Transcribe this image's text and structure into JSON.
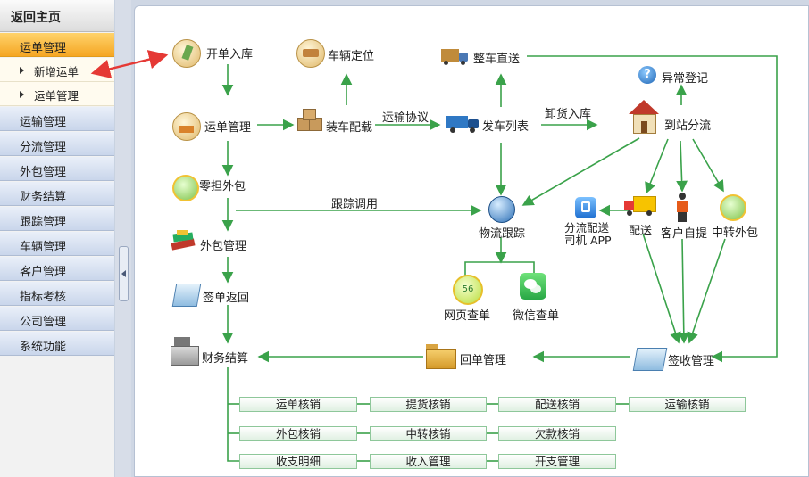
{
  "sidebar": {
    "home": "返回主页",
    "active_group": "运单管理",
    "subitems": [
      "新增运单",
      "运单管理"
    ],
    "items": [
      "运输管理",
      "分流管理",
      "外包管理",
      "财务结算",
      "跟踪管理",
      "车辆管理",
      "客户管理",
      "指标考核",
      "公司管理",
      "系统功能"
    ]
  },
  "flow": {
    "nodes": {
      "kaidan": "开单入库",
      "cheliang": "车辆定位",
      "zhengche": "整车直送",
      "yichang": "异常登记",
      "yundan": "运单管理",
      "zhuangche": "装车配载",
      "fache": "发车列表",
      "daozhan": "到站分流",
      "lingdan": "零担外包",
      "wuliu": "物流跟踪",
      "fenliu_app": "分流配送\n司机 APP",
      "peisong": "配送",
      "kehu": "客户自提",
      "zhongzhuan": "中转外包",
      "waibao": "外包管理",
      "qiandan": "签单返回",
      "wangye": "网页查单",
      "weixin": "微信查单",
      "caiwu": "财务结算",
      "huidan": "回单管理",
      "qianshou": "签收管理"
    },
    "edge_labels": {
      "yunshu_xieyi": "运输协议",
      "xiehuo": "卸货入库",
      "genzong": "跟踪调用"
    },
    "buttons": [
      [
        "运单核销",
        "提货核销",
        "配送核销",
        "运输核销"
      ],
      [
        "外包核销",
        "中转核销",
        "欠款核销"
      ],
      [
        "收支明细",
        "收入管理",
        "开支管理"
      ]
    ]
  },
  "colors": {
    "arrow": "#3aa24a",
    "highlight_arrow": "#e53935",
    "accent": "#f5a623"
  }
}
